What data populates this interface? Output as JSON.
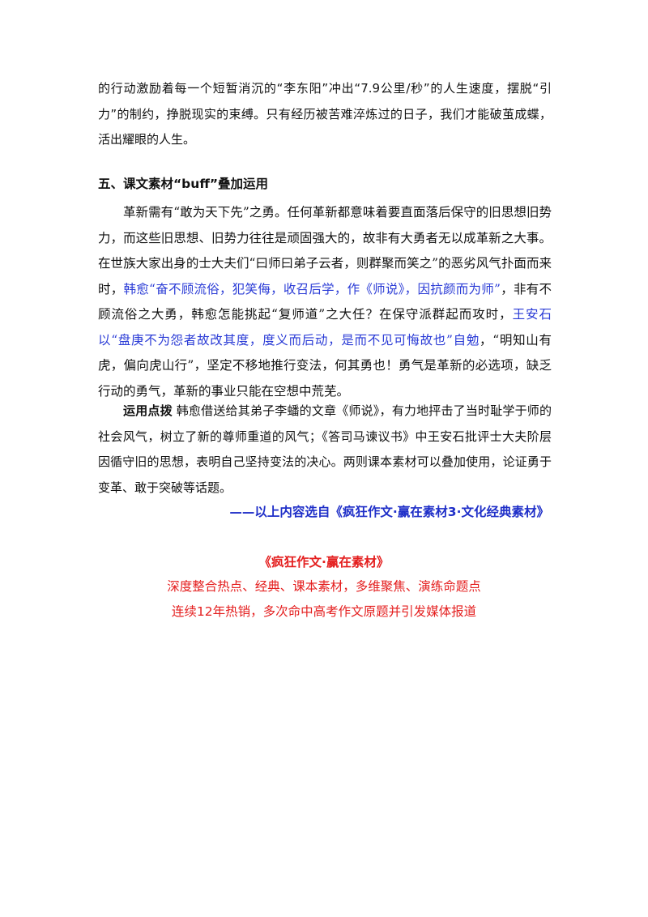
{
  "intro": {
    "text": "的行动激励着每一个短暂消沉的“李东阳”冲出“7.9公里/秒”的人生速度，摆脱“引力”的制约，挣脱现实的束缚。只有经历被苦难淬炼过的日子，我们才能破茧成蝶，活出耀眼的人生。"
  },
  "section5": {
    "heading": "五、课文素材“buff”叠加运用",
    "p_a": "革新需有“敢为天下先”之勇。任何革新都意味着要直面落后保守的旧思想旧势力，而这些旧思想、旧势力往往是顽固强大的，故非有大勇者无以成革新之大事。在世族大家出身的士大夫们“曰师曰弟子云者，则群聚而笑之”的恶劣风气扑面而来时，",
    "p_b": "韩愈“奋不顾流俗，犯笑侮，收召后学，作《师说》，因抗颜而为师”",
    "p_c": "，非有不顾流俗之大勇，韩愈怎能挑起“复师道”之大任？在保守派群起而攻时，",
    "p_d": "王安石以“盘庚不为怨者故改其度，度义而后动，是而不见可悔故也”自勉",
    "p_e": "，“明知山有虎，偏向虎山行”，坚定不移地推行变法，何其勇也！勇气是革新的必选项，缺乏行动的勇气，革新的事业只能在空想中荒芜。"
  },
  "tip": {
    "label": "运用点拨",
    "text": "  韩愈借送给其弟子李蟠的文章《师说》，有力地抨击了当时耻学于师的社会风气，树立了新的尊师重道的风气；《答司马谏议书》中王安石批评士大夫阶层因循守旧的思想，表明自己坚持变法的决心。两则课本素材可以叠加使用，论证勇于变革、敢于突破等话题。"
  },
  "source": "——以上内容选自《疯狂作文·赢在素材3·文化经典素材》",
  "ad": {
    "title": "《疯狂作文·赢在素材》",
    "line1": "深度整合热点、经典、课本素材，多维聚焦、演练命题点",
    "line2": "连续12年热销，多次命中高考作文原题并引发媒体报道"
  },
  "colors": {
    "blue_text": "#2a3bd6",
    "red_text": "#e41e1e"
  }
}
